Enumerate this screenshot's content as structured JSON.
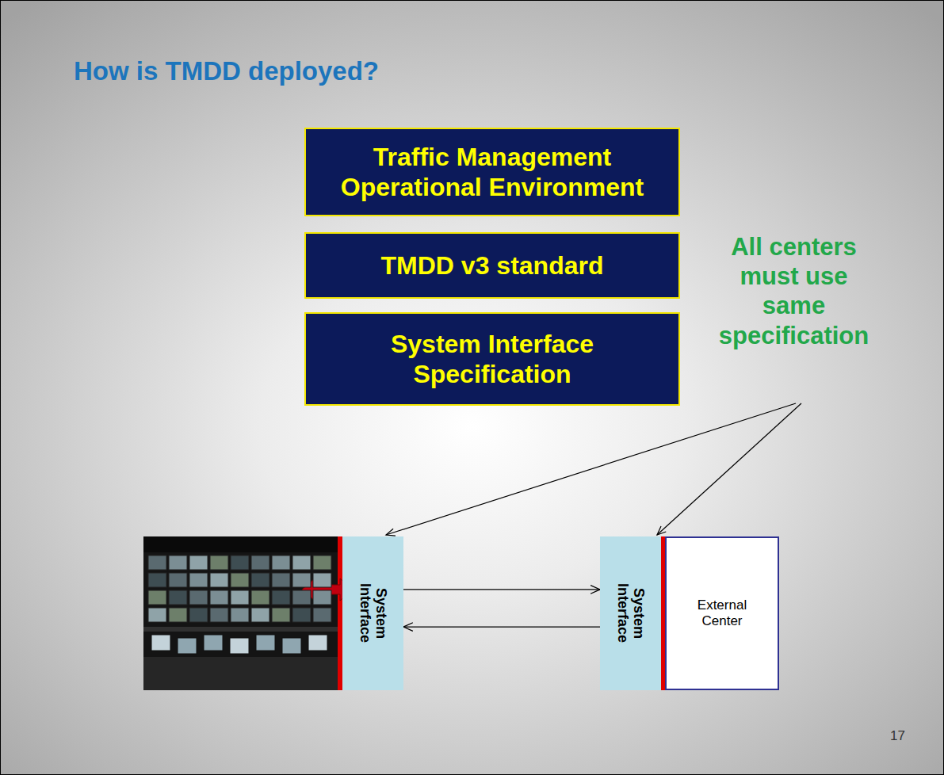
{
  "diagram": {
    "title": "How is TMDD deployed?",
    "nodes": [
      {
        "text": [
          "Traffic Management Operational Environment"
        ]
      },
      {
        "text": [
          "TMDD v3 standard"
        ]
      },
      {
        "text": [
          "System Interface Specification"
        ]
      },
      {
        "text": [
          "System Interface"
        ]
      },
      {
        "text": [
          "System Interface"
        ]
      },
      {
        "text": [
          "External Center"
        ]
      }
    ],
    "edges": [
      {
        "from": 3,
        "to": 4,
        "arrow": "to"
      },
      {
        "from": 4,
        "to": 3,
        "arrow": "to"
      }
    ],
    "labels": [
      "All centers must use same specification",
      "17"
    ]
  }
}
